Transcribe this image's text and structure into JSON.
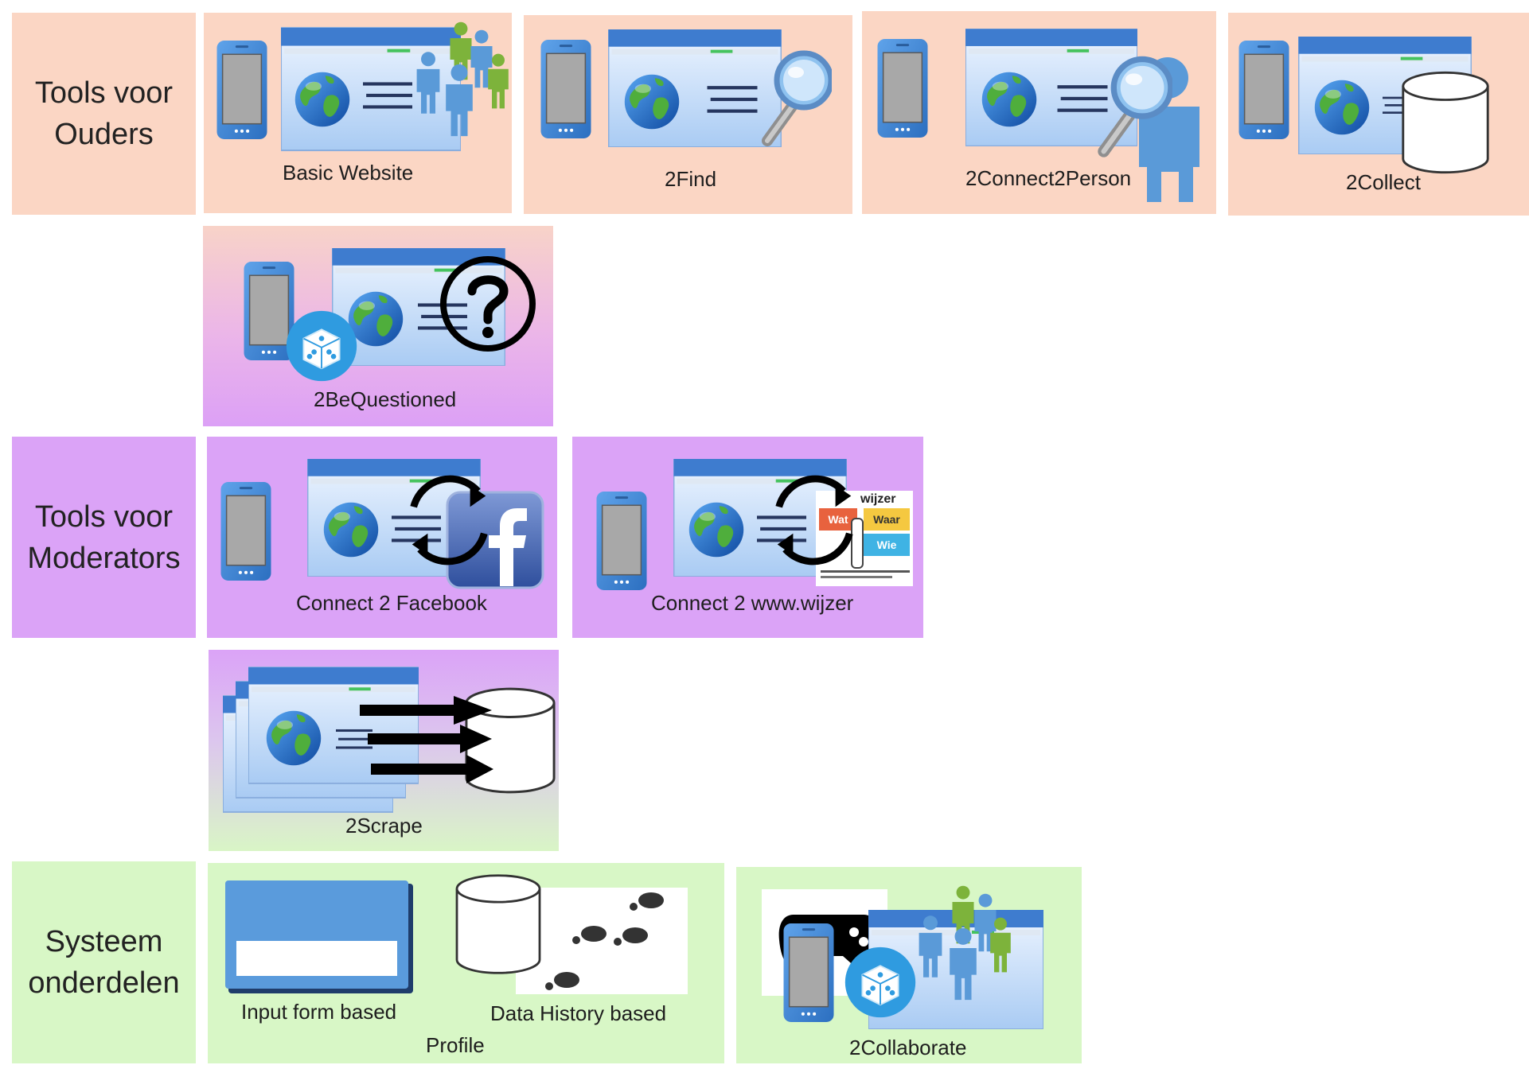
{
  "rows": {
    "parents": {
      "line1": "Tools voor",
      "line2": "Ouders"
    },
    "moderators": {
      "line1": "Tools voor",
      "line2": "Moderators"
    },
    "system": {
      "line1": "Systeem",
      "line2": "onderdelen"
    }
  },
  "tools": {
    "basic_website": "Basic Website",
    "find": "2Find",
    "connect2person": "2Connect2Person",
    "collect": "2Collect",
    "bequestioned": "2BeQuestioned",
    "facebook": "Connect 2 Facebook",
    "wijzer": "Connect 2 www.wijzer",
    "scrape": "2Scrape",
    "input_form": "Input form based",
    "data_history": "Data History  based",
    "profile": "Profile",
    "collaborate": "2Collaborate"
  },
  "wijzer_logo": {
    "title": "wijzer",
    "wat": "Wat",
    "waar": "Waar",
    "wie": "Wie"
  },
  "colors": {
    "peach": "#fbd6c4",
    "violet": "#dba3f7",
    "green": "#d8f7c6",
    "phone_blue": "#3c86d6",
    "browser_blue": "#3e7ccf",
    "people_green": "#7db33b",
    "people_blue": "#5a9ad8",
    "facebook_blue": "#3b5da8"
  },
  "icons": [
    "phone-icon",
    "browser-icon",
    "globe-icon",
    "people-icon",
    "magnifier-icon",
    "person-icon",
    "database-icon",
    "question-icon",
    "dice-icon",
    "facebook-icon",
    "sync-arrows-icon",
    "wijzer-logo",
    "arrows-icon",
    "form-icon",
    "footprints-icon",
    "gamepad-icon"
  ]
}
